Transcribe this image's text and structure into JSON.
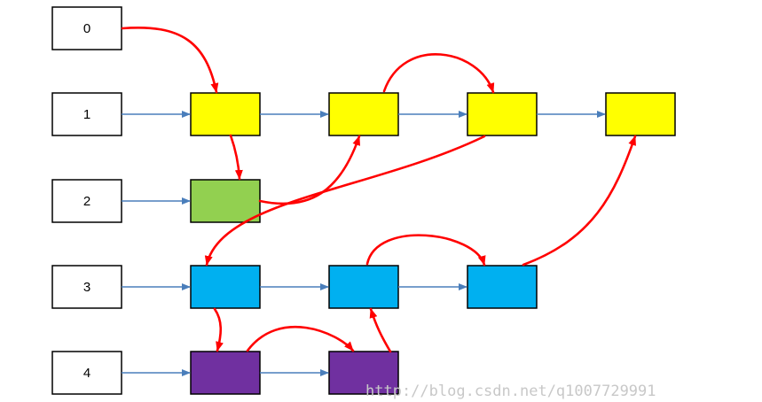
{
  "index_boxes": [
    {
      "label": "0"
    },
    {
      "label": "1"
    },
    {
      "label": "2"
    },
    {
      "label": "3"
    },
    {
      "label": "4"
    }
  ],
  "colors": {
    "yellow": "#ffff00",
    "green": "#92d050",
    "blue": "#00b0f0",
    "purple": "#7030a0",
    "blue_arrow": "#4a7ebb",
    "red_arrow": "#ff0000"
  },
  "watermark": "http://blog.csdn.net/q1007729991"
}
